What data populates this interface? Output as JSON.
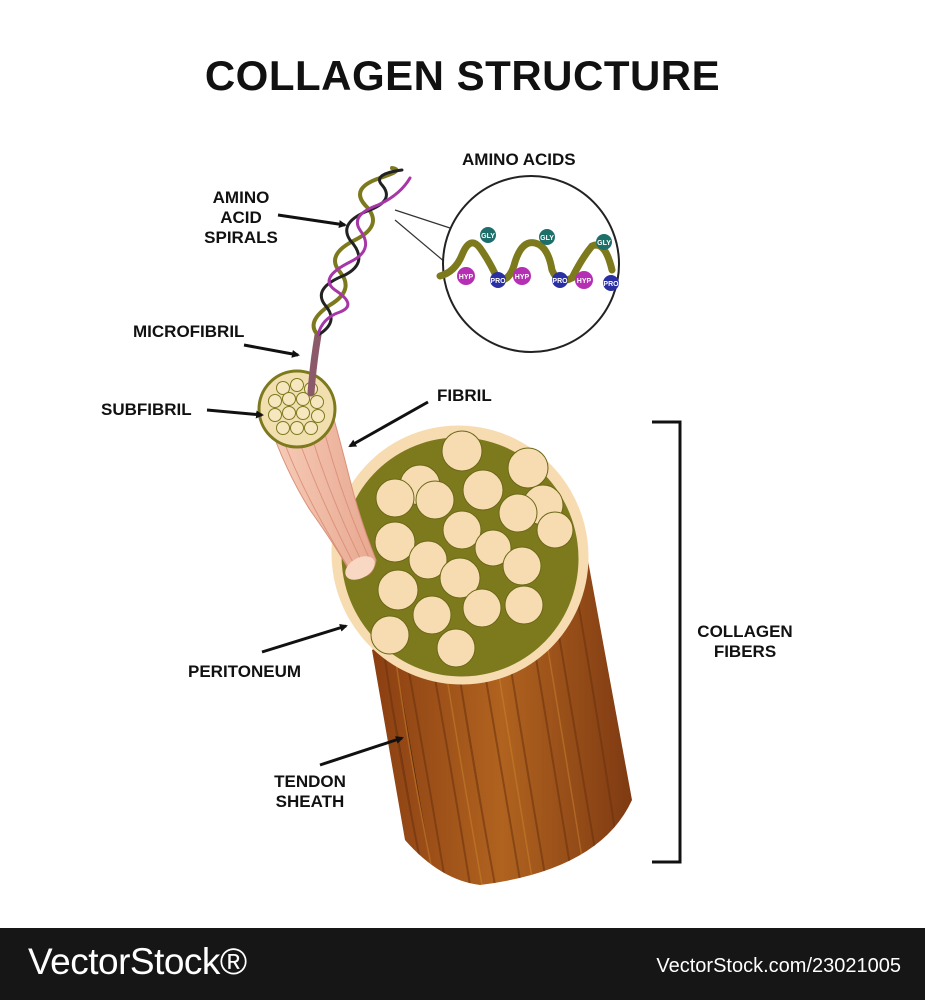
{
  "title": "COLLAGEN STRUCTURE",
  "labels": {
    "amino_acids": "AMINO ACIDS",
    "amino_acid_spirals": [
      "AMINO",
      "ACID",
      "SPIRALS"
    ],
    "microfibril": "MICROFIBRIL",
    "subfibril": "SUBFIBRIL",
    "fibril": "FIBRIL",
    "peritoneum": "PERITONEUM",
    "tendon_sheath": [
      "TENDON",
      "SHEATH"
    ],
    "collagen_fibers": [
      "COLLAGEN",
      "FIBERS"
    ]
  },
  "amino_acid_chain": [
    {
      "name": "GLY",
      "color": "#1e6f6a"
    },
    {
      "name": "HYP",
      "color": "#b52fb5"
    },
    {
      "name": "PRO",
      "color": "#2a2fa3"
    }
  ],
  "colors": {
    "olive": "#7d7a1e",
    "fiber_cream": "#f7dcb2",
    "tendon_brown": "#a5591f",
    "fibril_pink": "#efb8a3",
    "spiral_purple": "#a737a7"
  },
  "watermark": {
    "logo": "VectorStock®",
    "id": "VectorStock.com/23021005"
  }
}
